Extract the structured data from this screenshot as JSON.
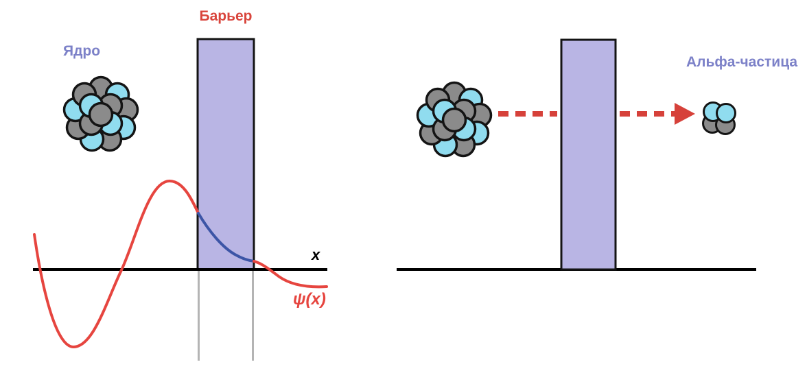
{
  "diagram": {
    "left_panel": {
      "barrier_label": "Барьер",
      "nucleus_label": "Ядро",
      "x_axis_label": "x",
      "wavefunction_label": "ψ(x)"
    },
    "right_panel": {
      "alpha_particle_label": "Альфа-частица"
    },
    "colors": {
      "label_red": "#d9453c",
      "label_purple": "#7c81c8",
      "wave_red": "#e6453f",
      "wave_blue": "#3c55a6",
      "barrier_fill": "#b9b5e4",
      "barrier_stroke": "#141414",
      "axis_black": "#000000",
      "guide_gray": "#b4b4b4",
      "arrow_red": "#d6413a",
      "nucleon_gray": "#8b8b8b",
      "nucleon_cyan": "#90dcef",
      "nucleon_stroke": "#141414"
    }
  }
}
